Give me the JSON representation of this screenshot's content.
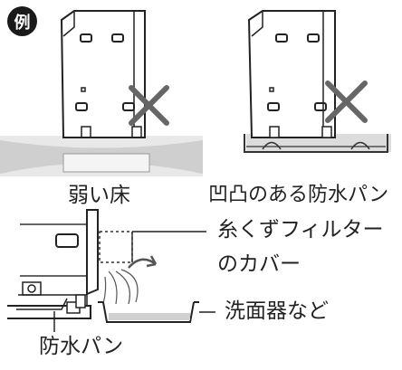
{
  "badge": "例",
  "captions": {
    "weak_floor": "弱い床",
    "uneven_pan": "凹凸のある防水パン"
  },
  "callouts": {
    "filter_cover_line1": "糸くずフィルター",
    "filter_cover_line2": "のカバー",
    "wash_basin": "洗面器など",
    "waterproof_pan": "防水パン"
  }
}
